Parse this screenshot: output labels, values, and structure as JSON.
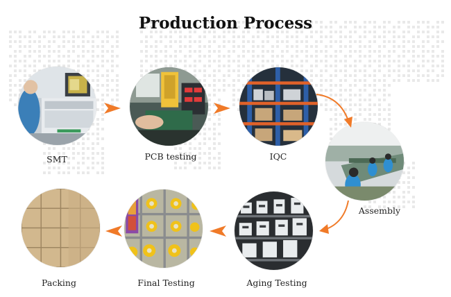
{
  "title": "Production Process",
  "colors": {
    "arrow": "#f07a28",
    "title": "#111111",
    "label": "#222222"
  },
  "steps": [
    {
      "id": "smt",
      "label": "SMT",
      "icon": "smt-machine-photo"
    },
    {
      "id": "pcb-testing",
      "label": "PCB testing",
      "icon": "pcb-tester-photo"
    },
    {
      "id": "iqc",
      "label": "IQC",
      "icon": "warehouse-shelves-photo"
    },
    {
      "id": "assembly",
      "label": "Assembly",
      "icon": "assembly-line-photo"
    },
    {
      "id": "aging-testing",
      "label": "Aging Testing",
      "icon": "aging-rack-photo"
    },
    {
      "id": "final-testing",
      "label": "Final Testing",
      "icon": "final-test-rack-photo"
    },
    {
      "id": "packing",
      "label": "Packing",
      "icon": "carton-stack-photo"
    }
  ]
}
